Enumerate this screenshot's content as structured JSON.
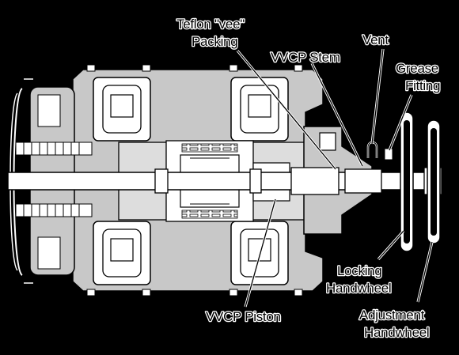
{
  "labels": {
    "teflon_line1": "Teflon \"vee\"",
    "teflon_line2": "Packing",
    "stem": "VVCP Stem",
    "vent": "Vent",
    "grease_line1": "Grease",
    "grease_line2": "Fitting",
    "locking_line1": "Locking",
    "locking_line2": "Handwheel",
    "piston": "VVCP Piston",
    "adjust_line1": "Adjustment",
    "adjust_line2": "Handwheel"
  },
  "colors": {
    "background": "#000000",
    "fill_light": "#ffffff",
    "fill_shaded": "#c8c8c8",
    "fill_mid": "#9a9a9a",
    "line": "#000000"
  }
}
